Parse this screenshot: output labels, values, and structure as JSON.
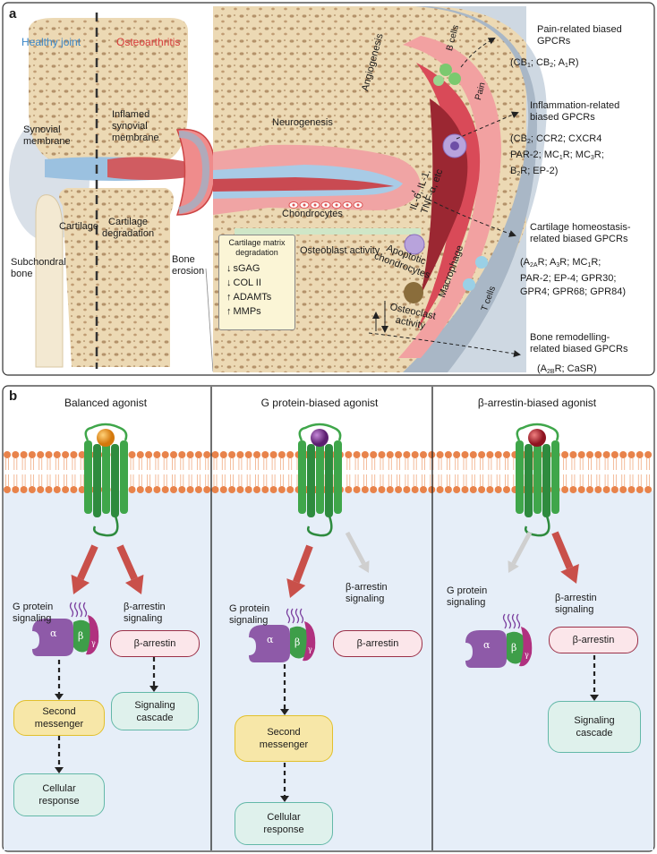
{
  "panel_a": {
    "letter": "a",
    "healthy_joint": "Healthy joint",
    "osteoarthritis": "Osteoarthritis",
    "labels": {
      "synovial_membrane": [
        "Synovial",
        "membrane"
      ],
      "inflamed_synovial_membrane": [
        "Inflamed",
        "synovial",
        "membrane"
      ],
      "cartilage": "Cartilage",
      "cartilage_degradation": [
        "Cartilage",
        "degradation"
      ],
      "subchondral_bone": [
        "Subchondral",
        "bone"
      ],
      "bone_erosion": [
        "Bone",
        "erosion"
      ],
      "neurogenesis": "Neurogenesis",
      "angiogenesis": "Angiogenesis",
      "b_cells": "B cells",
      "pain": "Pain",
      "cytokines": [
        "IL-6, IL-1,",
        "TNF-α, etc"
      ],
      "chondrocytes": "Chondrocytes",
      "apoptotic_chondrocytes": [
        "Apoptotic",
        "chondrocytes"
      ],
      "macrophage": "Macrophage",
      "t_cells": "T cells",
      "osteoblast_activity": "Osteoblast activity",
      "osteoclast_activity": [
        "Osteoclast",
        "activity"
      ]
    },
    "matrix_box": {
      "title": [
        "Cartilage matrix",
        "degradation"
      ],
      "items": [
        {
          "arrow": "↓",
          "text": "sGAG"
        },
        {
          "arrow": "↓",
          "text": "COL II"
        },
        {
          "arrow": "↑",
          "text": "ADAMTs"
        },
        {
          "arrow": "↑",
          "text": "MMPs"
        }
      ]
    },
    "gpcr_groups": [
      {
        "title": [
          "Pain-related biased",
          "GPCRs"
        ],
        "receptors_html": [
          "(CB<sub class='sub'>1</sub>; CB<sub class='sub'>2</sub>; A<sub class='sub'>1</sub>R)"
        ]
      },
      {
        "title": [
          "Inflammation-related",
          "biased  GPCRs"
        ],
        "receptors_html": [
          "(CB<sub class='sub'>2</sub>; CCR2; CXCR4",
          "PAR-2; MC<sub class='sub'>1</sub>R; MC<sub class='sub'>3</sub>R;",
          "B<sub class='sub'>2</sub>R; EP-2)"
        ]
      },
      {
        "title": [
          "Cartilage homeostasis-",
          "related biased GPCRs"
        ],
        "receptors_html": [
          "(A<sub class='sub'>2A</sub>R; A<sub class='sub'>3</sub>R; MC<sub class='sub'>1</sub>R;",
          "PAR-2; EP-4; GPR30;",
          "GPR4; GPR68; GPR84)"
        ]
      },
      {
        "title": [
          "Bone remodelling-",
          "related biased GPCRs"
        ],
        "receptors_html": [
          "(A<sub class='sub'>2B</sub>R; CaSR)"
        ]
      }
    ]
  },
  "panel_b": {
    "letter": "b",
    "agonists": [
      {
        "title": "Balanced agonist",
        "ligand_color": "#e58a12"
      },
      {
        "title": "G protein-biased agonist",
        "ligand_color": "#7a2e8e"
      },
      {
        "title": "β-arrestin-biased agonist",
        "ligand_color": "#b1202b"
      }
    ],
    "g_protein_signaling": [
      "G protein",
      "signaling"
    ],
    "b_arrestin_signaling": [
      "β-arrestin",
      "signaling"
    ],
    "b_arrestin": "β-arrestin",
    "second_messenger": [
      "Second",
      "messenger"
    ],
    "signaling_cascade": [
      "Signaling",
      "cascade"
    ],
    "cellular_response": [
      "Cellular",
      "response"
    ],
    "subunits": {
      "alpha": "α",
      "beta": "β",
      "gamma": "γ"
    }
  },
  "colors": {
    "membrane_head": "#e8834b",
    "receptor": "#3fa64a",
    "active_arrow": "#c9504a",
    "inactive_arrow": "#cfcfcf",
    "g_alpha": "#8e5aa8",
    "g_beta": "#3e9e49",
    "g_gamma": "#b0317f",
    "yellow_box": "#f7e7a8",
    "teal_box": "#dff1ec",
    "pink_box": "#fbe6ea",
    "cytoplasm": "#e6eef8"
  }
}
